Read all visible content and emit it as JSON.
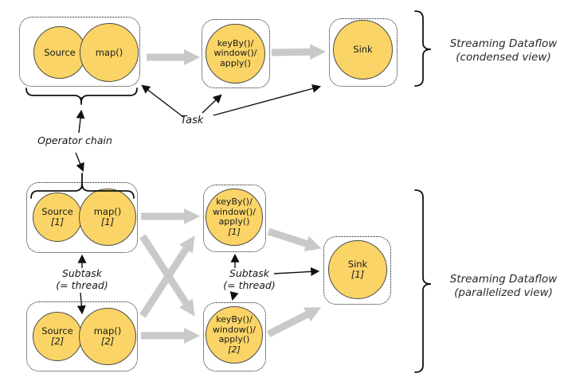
{
  "colors": {
    "node_fill": "#FAD466",
    "node_border": "#4a4a4a",
    "arrow_gray": "#C9C9C9",
    "ink": "#1a1a1a"
  },
  "condensed": {
    "source": "Source",
    "map": "map()",
    "keyby": [
      "keyBy()/",
      "window()/",
      "apply()"
    ],
    "sink": "Sink",
    "caption": [
      "Streaming Dataflow",
      "(condensed view)"
    ]
  },
  "parallel": {
    "source1": [
      "Source",
      "[1]"
    ],
    "map1": [
      "map()",
      "[1]"
    ],
    "source2": [
      "Source",
      "[2]"
    ],
    "map2": [
      "map()",
      "[2]"
    ],
    "keyby1": [
      "keyBy()/",
      "window()/",
      "apply()",
      "[1]"
    ],
    "keyby2": [
      "keyBy()/",
      "window()/",
      "apply()",
      "[2]"
    ],
    "sink1": [
      "Sink",
      "[1]"
    ],
    "caption": [
      "Streaming Dataflow",
      "(parallelized view)"
    ]
  },
  "annotations": {
    "task": "Task",
    "operator_chain": "Operator chain",
    "subtask_left": [
      "Subtask",
      "(= thread)"
    ],
    "subtask_mid": [
      "Subtask",
      "(= thread)"
    ]
  }
}
